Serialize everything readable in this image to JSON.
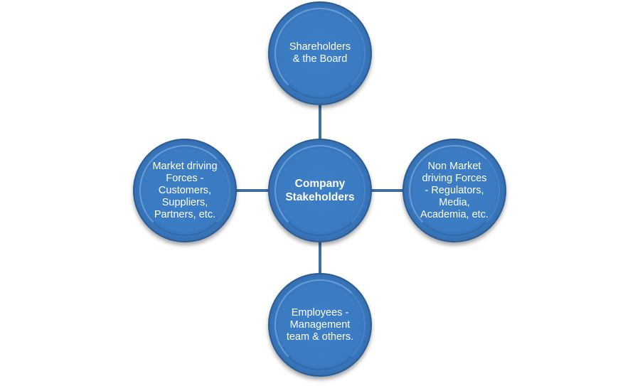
{
  "diagram": {
    "type": "hub-and-spoke",
    "center": {
      "label": "Company\nStakeholders"
    },
    "nodes": {
      "top": {
        "label": "Shareholders\n& the Board"
      },
      "left": {
        "label": "Market driving\nForces -\nCustomers,\nSuppliers,\nPartners, etc."
      },
      "right": {
        "label": "Non Market\ndriving Forces\n- Regulators,\nMedia,\nAcademia, etc."
      },
      "bottom": {
        "label": "Employees -\nManagement\nteam & others."
      }
    },
    "colors": {
      "node_fill": "#3a7bc2",
      "connector": "#3f6f9f",
      "text": "#ffffff"
    }
  }
}
